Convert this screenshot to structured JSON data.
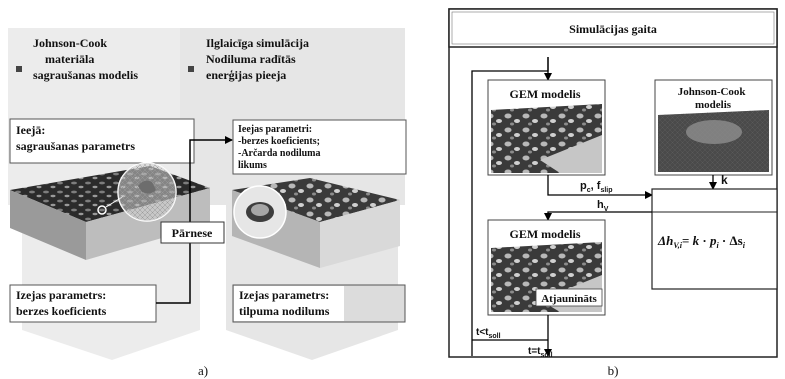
{
  "left_panel": {
    "label": "a)",
    "col1_title": [
      "Johnson-Cook",
      "materiāla",
      "sagraušanas modelis"
    ],
    "col2_title": [
      "Ilglaicīga simulācija",
      "Nodiluma radītās",
      "enerģijas pieeja"
    ],
    "input_box": [
      "Ieejā:",
      "sagraušanas parametrs"
    ],
    "transfer_box": "Pārnese",
    "output_box_left": [
      "Izejas parametrs:",
      "berzes koeficients"
    ],
    "input_params_box": [
      "Ieejas parametri:",
      "-berzes koeficients;",
      "-Arčarda nodiluma",
      "likums"
    ],
    "output_box_right": [
      "Izejas parametrs:",
      "tilpuma nodilums"
    ]
  },
  "right_panel": {
    "label": "b)",
    "header": "Simulācijas gaita",
    "gem_top": "GEM modelis",
    "jc_model": [
      "Johnson-Cook",
      "modelis"
    ],
    "gem_bottom": "GEM modelis",
    "updated": "Atjaunināts",
    "pc_fslip": {
      "p": "p",
      "c": "c",
      "sep": ", ",
      "f": "f",
      "slip": "slip"
    },
    "k": "k",
    "hv": {
      "h": "h",
      "sub": "V"
    },
    "formula": {
      "dh": "Δh",
      "sub": "V,i",
      "eq": "= ",
      "k": "k",
      "dot1": " · ",
      "p": "p",
      "psub": "i",
      "dot2": " · Δs",
      "ssub": "i"
    },
    "loop_cond": {
      "t": "t<t",
      "sub": "soll"
    },
    "end_cond": {
      "t": "t=t",
      "sub": "soll"
    }
  }
}
